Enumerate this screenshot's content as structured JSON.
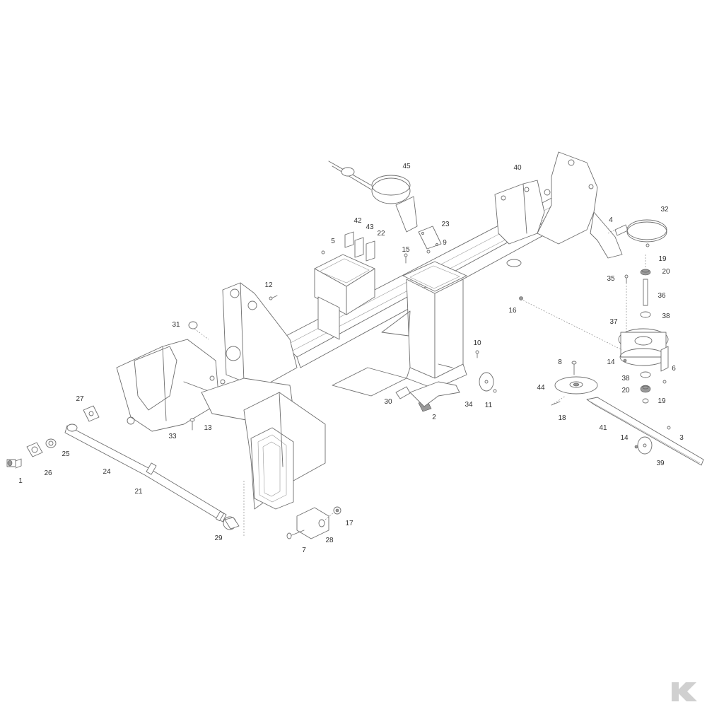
{
  "diagram": {
    "type": "exploded-parts-diagram",
    "line_color": "#6e6e6e",
    "background": "#ffffff",
    "callouts": [
      "1",
      "26",
      "25",
      "24",
      "21",
      "27",
      "29",
      "7",
      "28",
      "17",
      "33",
      "13",
      "31",
      "12",
      "5",
      "42",
      "43",
      "22",
      "45",
      "23",
      "15",
      "9",
      "40",
      "30",
      "2",
      "34",
      "10",
      "11",
      "16",
      "4",
      "32",
      "19",
      "20",
      "35",
      "36",
      "38",
      "37",
      "14",
      "6",
      "8",
      "44",
      "18",
      "41",
      "3",
      "39"
    ]
  },
  "brand": {
    "icon": "brand-k-logo-icon",
    "color": "#d0d0d0"
  }
}
